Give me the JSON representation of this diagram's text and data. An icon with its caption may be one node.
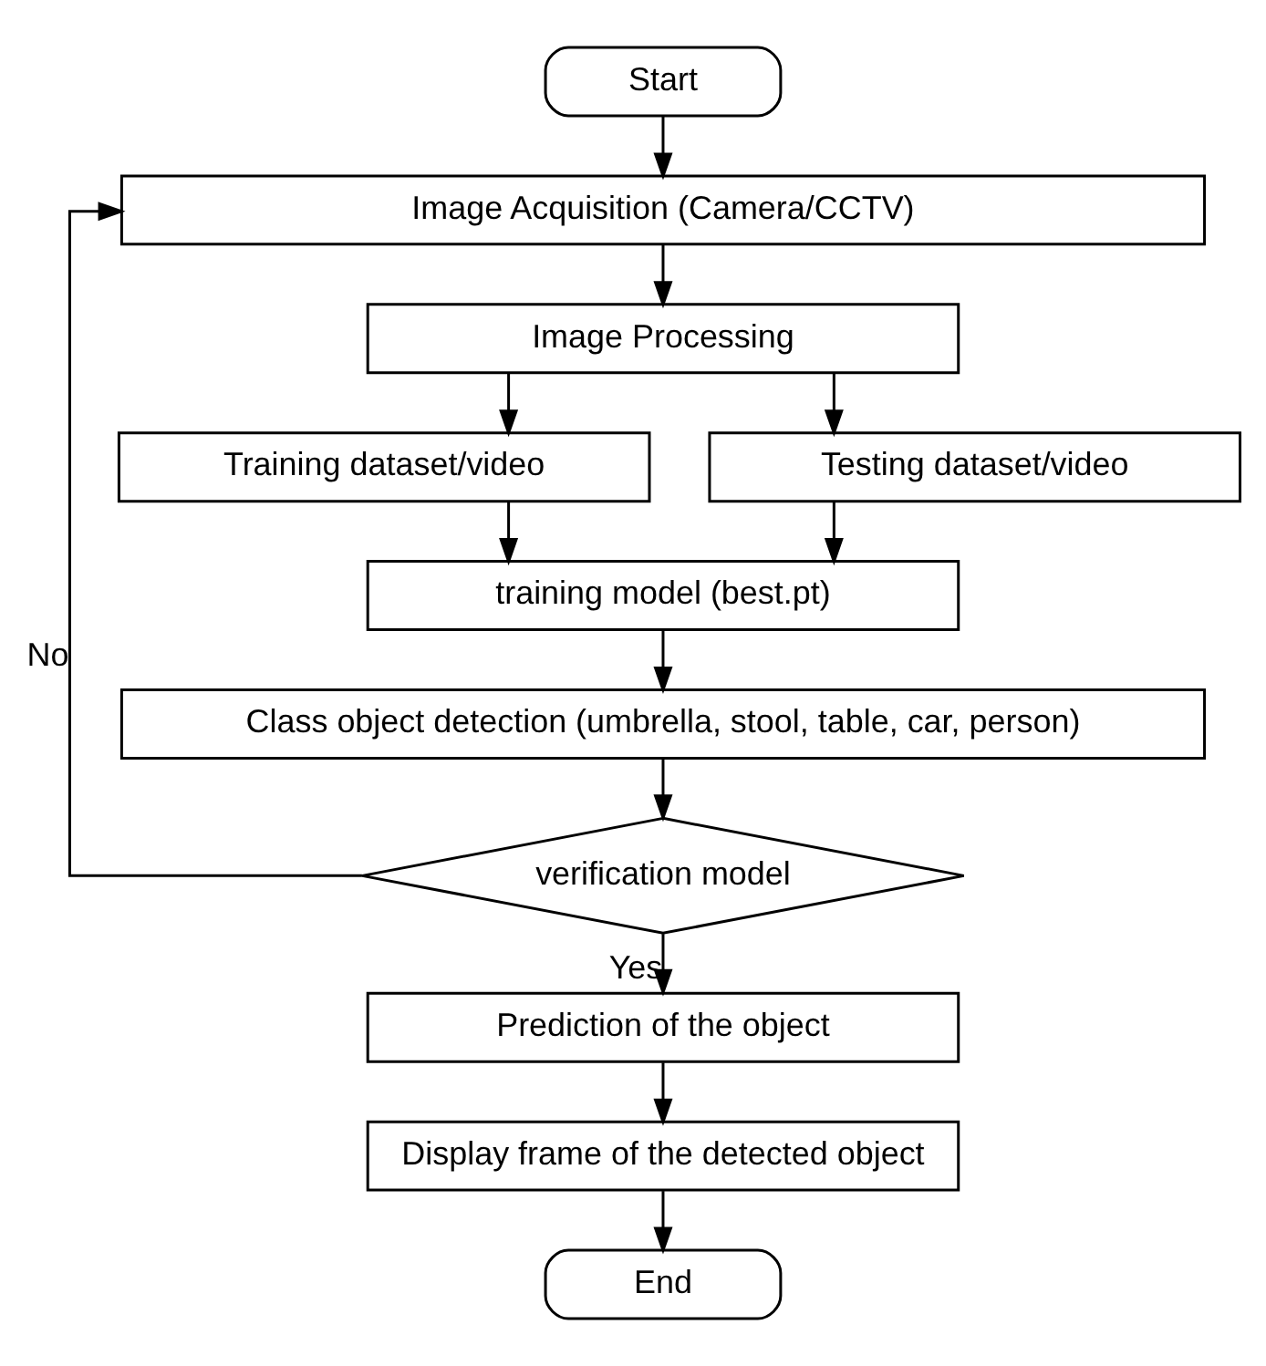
{
  "diagram": {
    "nodes": [
      {
        "text": [
          "Start"
        ]
      },
      {
        "text": [
          "Image Acquisition (Camera/CCTV)"
        ]
      },
      {
        "text": [
          "Image Processing"
        ]
      },
      {
        "text": [
          "Training dataset/video"
        ]
      },
      {
        "text": [
          "Testing dataset/video"
        ]
      },
      {
        "text": [
          "training model (best.pt)"
        ]
      },
      {
        "text": [
          "Class object detection (umbrella, stool, table, car, person)"
        ]
      },
      {
        "text": [
          "verification model"
        ]
      },
      {
        "text": [
          "Prediction of the object"
        ]
      },
      {
        "text": [
          "Display frame of the detected object"
        ]
      },
      {
        "text": [
          "End"
        ]
      }
    ],
    "edges": [
      {
        "from": 0,
        "to": 1,
        "arrow": "to"
      },
      {
        "from": 1,
        "to": 2,
        "arrow": "to"
      },
      {
        "from": 2,
        "to": 3,
        "arrow": "to"
      },
      {
        "from": 2,
        "to": 4,
        "arrow": "to"
      },
      {
        "from": 3,
        "to": 5,
        "arrow": "to"
      },
      {
        "from": 4,
        "to": 5,
        "arrow": "to"
      },
      {
        "from": 5,
        "to": 6,
        "arrow": "to"
      },
      {
        "from": 6,
        "to": 7,
        "arrow": "to"
      },
      {
        "from": 7,
        "to": 1,
        "arrow": "to",
        "label": "No"
      },
      {
        "from": 7,
        "to": 8,
        "arrow": "to",
        "label": "Yes"
      },
      {
        "from": 8,
        "to": 9,
        "arrow": "to"
      },
      {
        "from": 9,
        "to": 10,
        "arrow": "to"
      }
    ]
  }
}
